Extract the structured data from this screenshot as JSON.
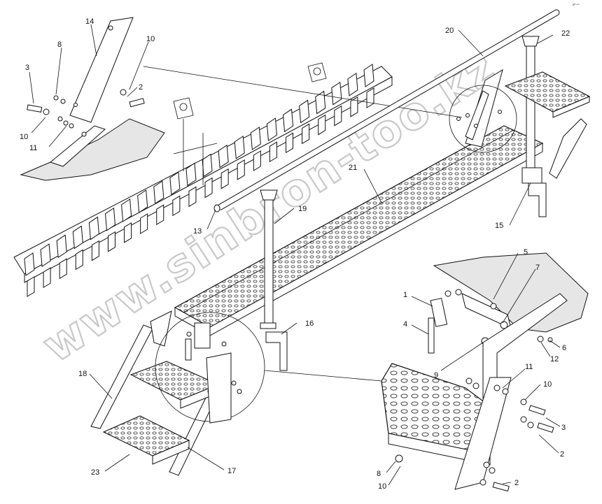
{
  "corner_code": "8ᴿ ᵒᵒᵒ",
  "watermark": "www.sinbron-too.kz",
  "labels": {
    "l14": "14",
    "l8a": "8",
    "l10a": "10",
    "l3a": "3",
    "l2a": "2",
    "l10b": "10",
    "l11a": "11",
    "l20": "20",
    "l22": "22",
    "l21": "21",
    "l19": "19",
    "l13": "13",
    "l15": "15",
    "l5": "5",
    "l7": "7",
    "l1": "1",
    "l4": "4",
    "l9": "9",
    "l6": "6",
    "l12": "12",
    "l16": "16",
    "l11b": "11",
    "l10c": "10",
    "l3b": "3",
    "l2b": "2",
    "l18": "18",
    "l17": "17",
    "l23": "23",
    "l8b": "8",
    "l10d": "10",
    "l2c": "2"
  }
}
